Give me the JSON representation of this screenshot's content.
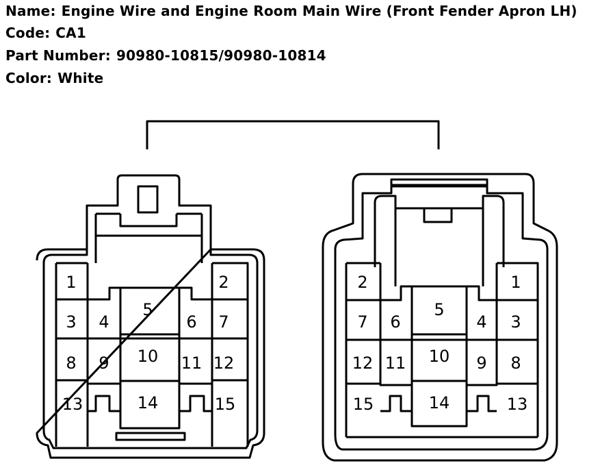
{
  "header": {
    "name_label": "Name:",
    "name_value": "Engine Wire and Engine Room Main Wire (Front Fender Apron LH)",
    "code_label": "Code:",
    "code_value": "CA1",
    "part_label": "Part Number:",
    "part_value": "90980-10815/90980-10814",
    "color_label": "Color:",
    "color_value": "White"
  },
  "connector_left": {
    "pins": {
      "p1": "1",
      "p2": "2",
      "p3": "3",
      "p4": "4",
      "p5": "5",
      "p6": "6",
      "p7": "7",
      "p8": "8",
      "p9": "9",
      "p10": "10",
      "p11": "11",
      "p12": "12",
      "p13": "13",
      "p14": "14",
      "p15": "15"
    }
  },
  "connector_right": {
    "pins": {
      "p1": "1",
      "p2": "2",
      "p3": "3",
      "p4": "4",
      "p5": "5",
      "p6": "6",
      "p7": "7",
      "p8": "8",
      "p9": "9",
      "p10": "10",
      "p11": "11",
      "p12": "12",
      "p13": "13",
      "p14": "14",
      "p15": "15"
    }
  }
}
